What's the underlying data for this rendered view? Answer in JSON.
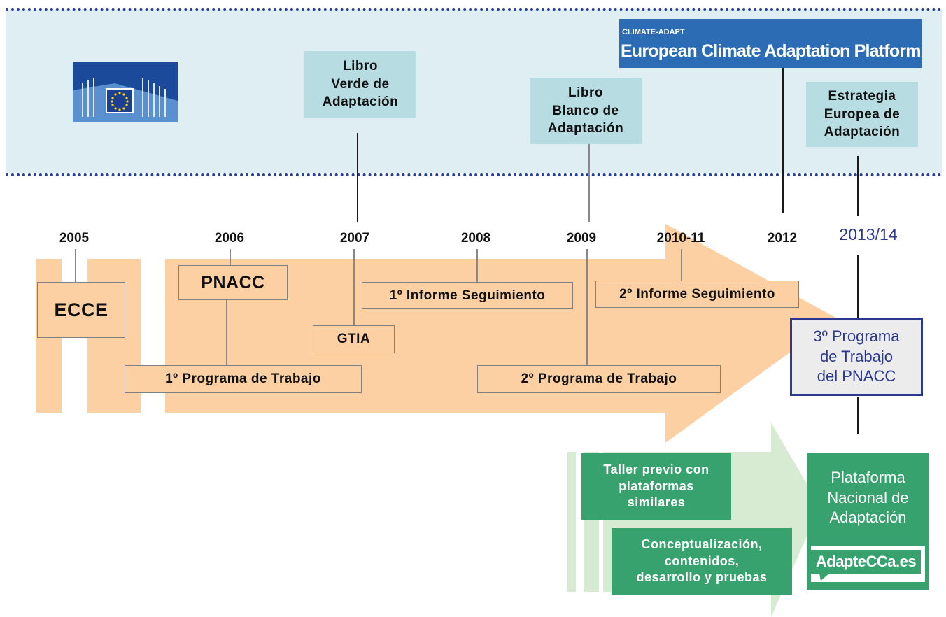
{
  "eu_logo": {
    "name": "european-commission-logo"
  },
  "climate_adapt": {
    "small": "CLIMATE-ADAPT",
    "big": "European Climate Adaptation Platform"
  },
  "eu_boxes": {
    "libro_verde": "Libro\nVerde de\nAdaptación",
    "libro_blanco": "Libro\nBlanco de\nAdaptación",
    "estrategia": "Estrategia\nEuropea de\nAdaptación"
  },
  "years": [
    "2005",
    "2006",
    "2007",
    "2008",
    "2009",
    "2010-11",
    "2012",
    "2013/14"
  ],
  "boxes": {
    "ecce": "ECCE",
    "pnacc": "PNACC",
    "gtia": "GTIA",
    "informe1": "1º Informe Seguimiento",
    "informe2": "2º Informe Seguimiento",
    "programa1": "1º Programa de Trabajo",
    "programa2": "2º Programa de Trabajo",
    "programa3": "3º Programa\nde Trabajo\ndel PNACC"
  },
  "green": {
    "taller": "Taller previo con\nplataformas\nsimilares",
    "concept": "Conceptualización,\ncontenidos,\ndesarrollo y pruebas",
    "plataforma": "Plataforma\nNacional de\nAdaptación",
    "adaptecca": "AdapteCCa.es"
  },
  "colors": {
    "band": "#deeef3",
    "dots": "#24408f",
    "tl_box": "#b7dde3",
    "peach": "#fcd0a3",
    "green": "#38a26e",
    "light_green": "#d6ebd2",
    "navy": "#2b3990"
  }
}
